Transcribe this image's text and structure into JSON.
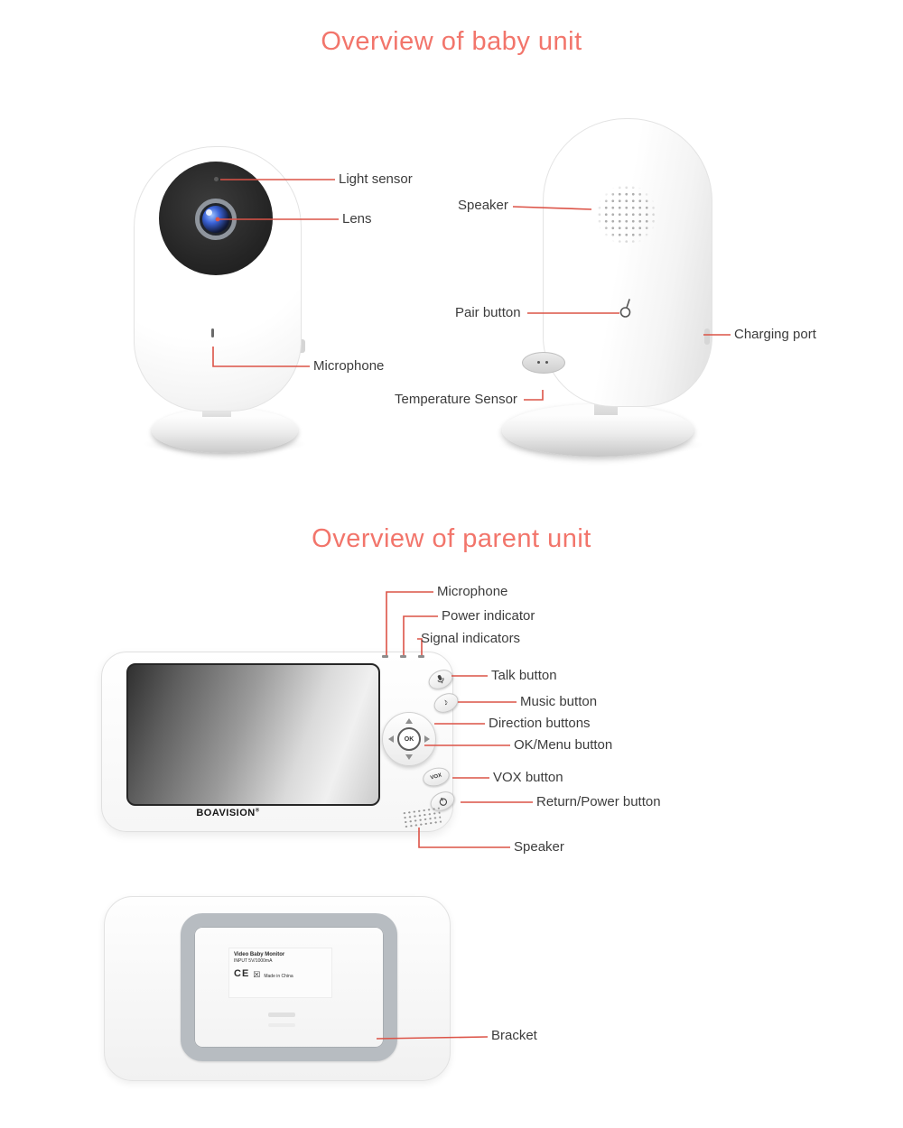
{
  "meta": {
    "accent_color": "#f2756b",
    "leader_line_color": "#dc5347",
    "label_color": "#3c3c3c",
    "background": "#ffffff"
  },
  "sections": {
    "baby_unit": {
      "title": "Overview of baby unit"
    },
    "parent_unit": {
      "title": "Overview of parent unit"
    }
  },
  "baby_unit": {
    "front_labels": {
      "light_sensor": "Light sensor",
      "lens": "Lens",
      "microphone": "Microphone"
    },
    "back_labels": {
      "speaker": "Speaker",
      "pair_button": "Pair button",
      "charging_port": "Charging port",
      "temperature_sensor": "Temperature Sensor"
    }
  },
  "parent_unit": {
    "labels": {
      "microphone": "Microphone",
      "power_indicator": "Power indicator",
      "signal_indicators": "Signal indicators",
      "talk_button": "Talk button",
      "music_button": "Music button",
      "direction_buttons": "Direction buttons",
      "ok_menu_button": "OK/Menu button",
      "vox_button": "VOX button",
      "return_power_button": "Return/Power button",
      "speaker": "Speaker",
      "bracket": "Bracket"
    },
    "front": {
      "brand": "BOAVISION",
      "brand_mark": "®",
      "ok_button": "OK",
      "vox_button": "VOX",
      "music_note": "♪"
    },
    "back": {
      "sticker_title": "Video Baby Monitor",
      "sticker_line2": "INPUT 5V/1000mA",
      "ce_mark": "CE",
      "weee_mark": "☒",
      "made_in": "Made in China"
    }
  }
}
